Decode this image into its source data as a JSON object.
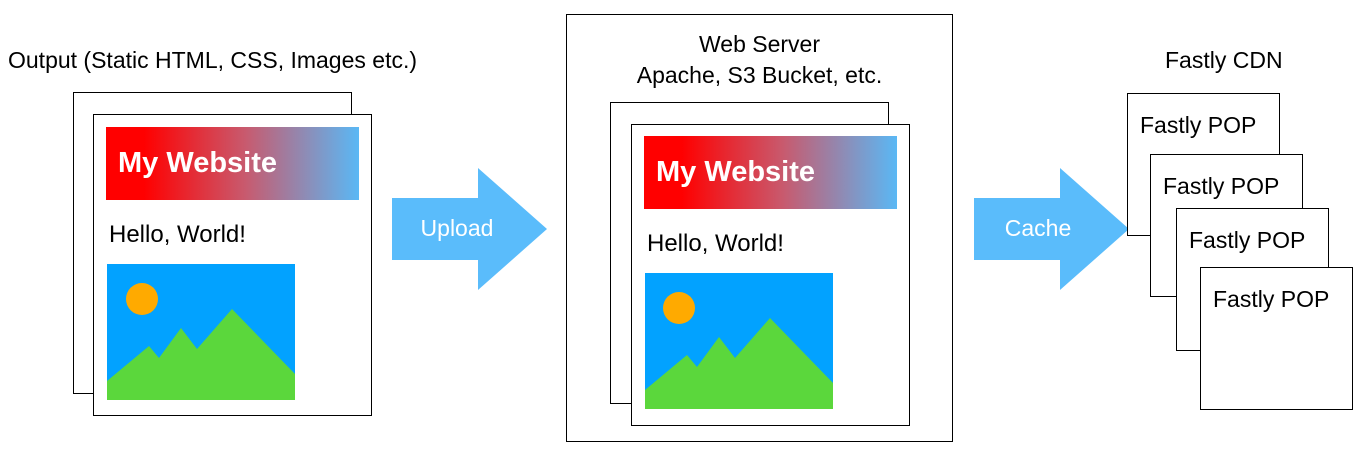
{
  "output": {
    "title": "Output (Static HTML, CSS, Images etc.)",
    "site_title": "My Website",
    "greeting": "Hello, World!"
  },
  "upload_arrow": {
    "label": "Upload"
  },
  "server": {
    "title_line1": "Web Server",
    "title_line2": "Apache, S3 Bucket, etc.",
    "site_title": "My Website",
    "greeting": "Hello, World!"
  },
  "cache_arrow": {
    "label": "Cache"
  },
  "cdn": {
    "title": "Fastly CDN",
    "pops": [
      "Fastly POP",
      "Fastly POP",
      "Fastly POP",
      "Fastly POP"
    ]
  },
  "colors": {
    "arrow": "#5abcfb",
    "sky": "#02a2ff",
    "sun": "#ffaa00",
    "mountain": "#5bd73c",
    "banner_start": "#ff0000",
    "banner_end": "#5ab8f5"
  },
  "icons": [
    "landscape-image-icon",
    "sun-icon",
    "mountain-icon",
    "right-arrow-icon"
  ]
}
